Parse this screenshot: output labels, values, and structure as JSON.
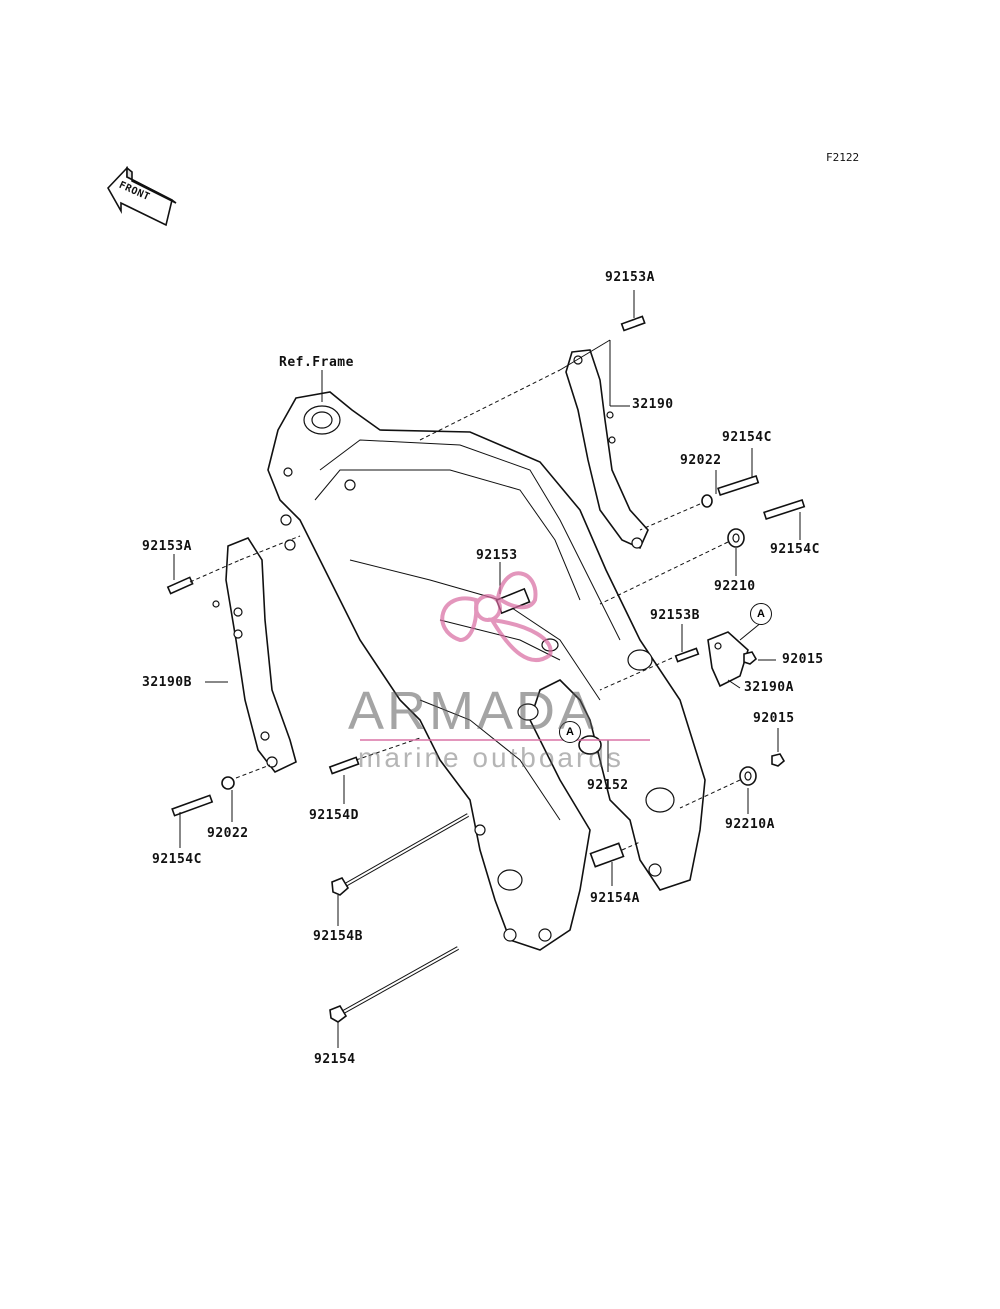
{
  "diagram_code": "F2122",
  "front_label": "FRONT",
  "ref_label": "Ref.Frame",
  "ref_marker": "A",
  "watermark": {
    "brand": "ARMADA",
    "sub": "marine outboards",
    "accent_color": "#d86aa0"
  },
  "parts": [
    {
      "id": "p1",
      "label": "92153A"
    },
    {
      "id": "p2",
      "label": "32190"
    },
    {
      "id": "p3",
      "label": "92154C"
    },
    {
      "id": "p4",
      "label": "92022"
    },
    {
      "id": "p5",
      "label": "92154C"
    },
    {
      "id": "p6",
      "label": "92210"
    },
    {
      "id": "p7",
      "label": "92153A"
    },
    {
      "id": "p8",
      "label": "92153"
    },
    {
      "id": "p9",
      "label": "92153B"
    },
    {
      "id": "p10",
      "label": "92015"
    },
    {
      "id": "p11",
      "label": "32190A"
    },
    {
      "id": "p12",
      "label": "32190B"
    },
    {
      "id": "p13",
      "label": "92015"
    },
    {
      "id": "p14",
      "label": "92152"
    },
    {
      "id": "p15",
      "label": "92210A"
    },
    {
      "id": "p16",
      "label": "92154D"
    },
    {
      "id": "p17",
      "label": "92022"
    },
    {
      "id": "p18",
      "label": "92154C"
    },
    {
      "id": "p19",
      "label": "92154A"
    },
    {
      "id": "p20",
      "label": "92154B"
    },
    {
      "id": "p21",
      "label": "92154"
    }
  ]
}
